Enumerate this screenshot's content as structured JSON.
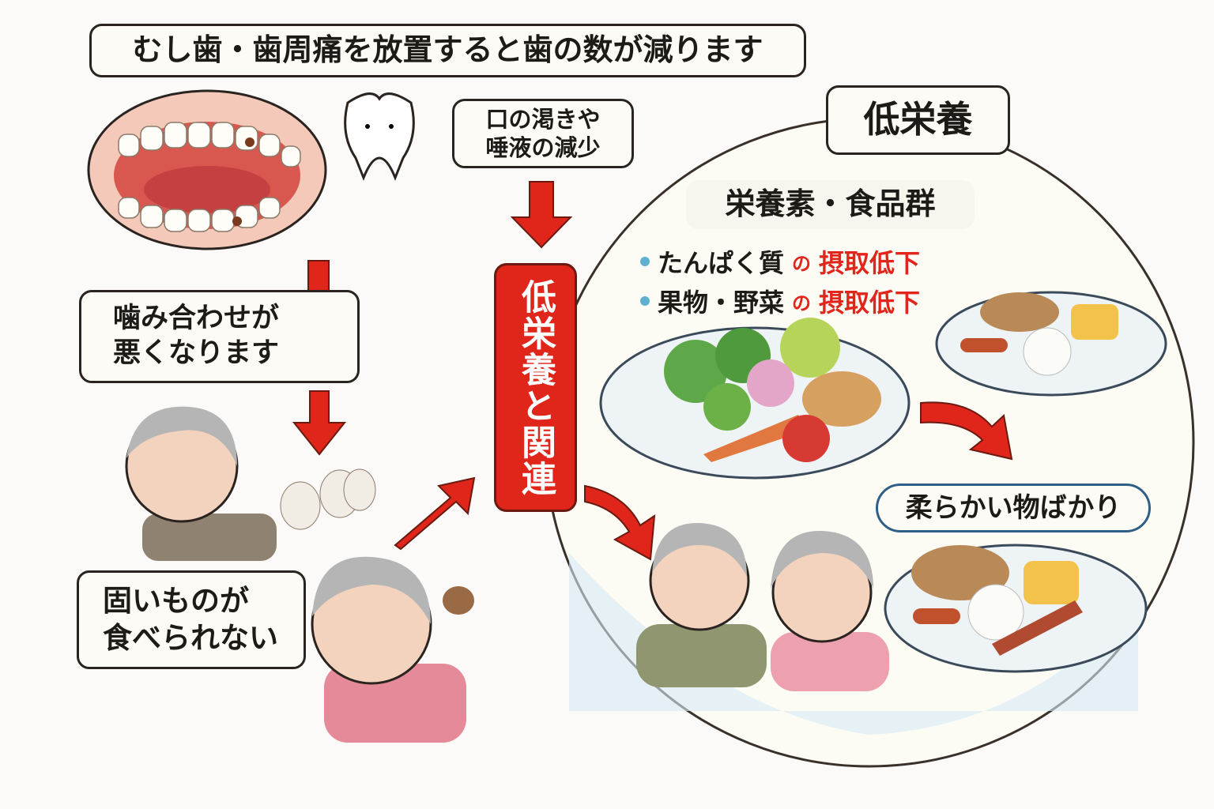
{
  "title": "むし歯・歯周痛を放置すると歯の数が減ります",
  "dry_mouth": [
    "口の渇きや",
    "唾液の減少"
  ],
  "bite": [
    "噛み合わせが",
    "悪くなります"
  ],
  "hard_food": [
    "固いものが",
    "食べられない"
  ],
  "center_label": "低栄養と関連",
  "circle": {
    "title": "低栄養",
    "subtitle": "栄養素・食品群",
    "bullets": [
      {
        "prefix": "たんぱく質",
        "particle": "の",
        "highlight": "摂取低下"
      },
      {
        "prefix": "果物・野菜",
        "particle": "の",
        "highlight": "摂取低下"
      }
    ],
    "soft_food": "柔らかい物ばかり"
  },
  "colors": {
    "arrow": "#e0261b",
    "accent_blue": "#5fb0d0"
  }
}
